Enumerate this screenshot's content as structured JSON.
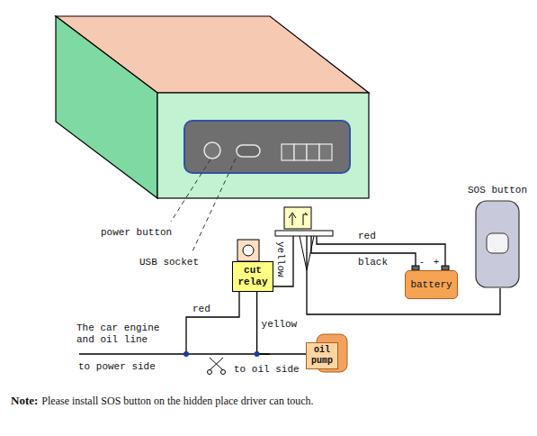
{
  "diagram": {
    "nodes": [
      {
        "text": [
          "cut relay"
        ]
      },
      {
        "text": [
          "battery"
        ]
      },
      {
        "text": [
          "oil pump"
        ]
      },
      {
        "text": [
          "SOS button"
        ]
      }
    ],
    "edges": [
      {
        "from": 0,
        "to": 2,
        "arrow": "none",
        "label": "yellow"
      }
    ],
    "labels": [
      "power button",
      "USB socket",
      "yellow",
      "red",
      "black",
      "-",
      "+",
      "red",
      "The car engine and oil line",
      "to power side",
      "to oil side",
      "Note:",
      "Please install SOS button on the hidden place driver can touch."
    ]
  }
}
